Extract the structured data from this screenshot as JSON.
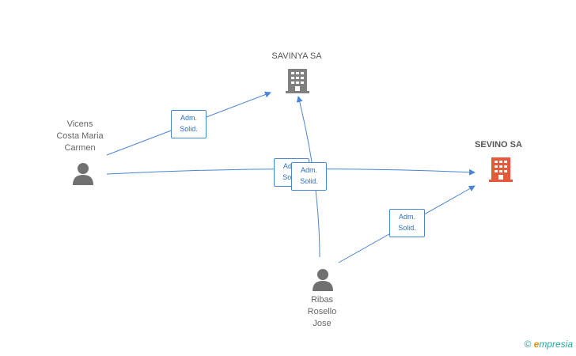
{
  "companies": [
    {
      "id": "savinya",
      "name": "SAVINYA SA",
      "color": "#808080",
      "main": false
    },
    {
      "id": "sevino",
      "name": "SEVINO SA",
      "color": "#e8593a",
      "main": true
    }
  ],
  "persons": [
    {
      "id": "vicens",
      "name_lines": [
        "Vicens",
        "Costa Maria",
        "Carmen"
      ]
    },
    {
      "id": "ribas",
      "name_lines": [
        "Ribas",
        "Rosello",
        "Jose"
      ]
    }
  ],
  "relations": [
    {
      "from": "vicens",
      "to": "savinya",
      "line1": "Adm.",
      "line2": "Solid."
    },
    {
      "from": "vicens",
      "to": "sevino",
      "line1": "Adm.",
      "line2": "Solid."
    },
    {
      "from": "ribas",
      "to": "savinya",
      "line1": "Adm.",
      "line2": "Solid."
    },
    {
      "from": "ribas",
      "to": "sevino",
      "line1": "Adm.",
      "line2": "Solid."
    }
  ],
  "colors": {
    "edge": "#4a86d4",
    "person_icon": "#707070"
  },
  "footer": {
    "copyright": "©",
    "brand_initial": "e",
    "brand_rest": "mpresia"
  }
}
